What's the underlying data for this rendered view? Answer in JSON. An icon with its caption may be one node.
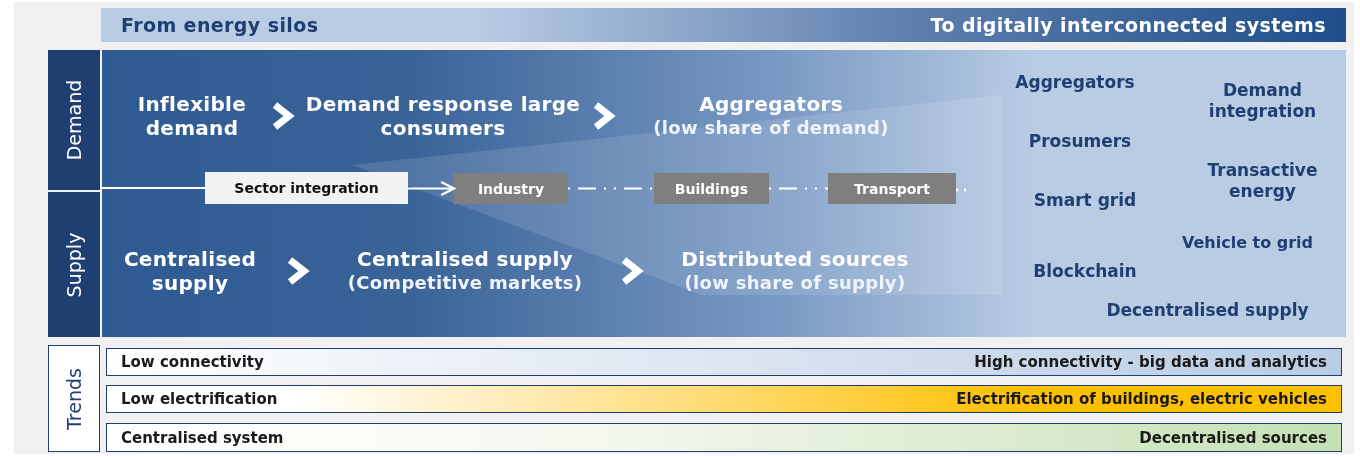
{
  "diagram": {
    "nodes": [
      {
        "text": [
          "From energy silos",
          "To digitally interconnected systems"
        ]
      },
      {
        "text": [
          "Demand"
        ]
      },
      {
        "text": [
          "Supply"
        ]
      },
      {
        "text": [],
        "shape": "box"
      },
      {
        "text": [
          "Inflexible demand"
        ],
        "in": 3
      },
      {
        "text": [
          "Demand response large consumers"
        ],
        "in": 3
      },
      {
        "text": [
          "Aggregators",
          "(low share of demand)"
        ],
        "in": 3
      },
      {
        "text": [
          "Centralised supply"
        ],
        "in": 3
      },
      {
        "text": [
          "Centralised supply",
          "(Competitive markets)"
        ],
        "in": 3
      },
      {
        "text": [
          "Distributed sources",
          "(low share of supply)"
        ],
        "in": 3
      },
      {
        "text": [
          "Sector integration"
        ],
        "in": 3
      },
      {
        "text": [
          "Industry"
        ],
        "in": 3
      },
      {
        "text": [
          "Buildings"
        ],
        "in": 3
      },
      {
        "text": [
          "Transport"
        ],
        "in": 3
      },
      {
        "text": [
          "Trends"
        ]
      },
      {
        "text": [
          "Low connectivity",
          "High connectivity - big data and analytics"
        ]
      },
      {
        "text": [
          "Low electrification",
          "Electrification of buildings, electric vehicles"
        ]
      },
      {
        "text": [
          "Centralised system",
          "Decentralised sources"
        ]
      }
    ],
    "edges": [
      {
        "from": 4,
        "to": 5,
        "arrow": "to",
        "style": "thick"
      },
      {
        "from": 5,
        "to": 6,
        "arrow": "to",
        "style": "thick"
      },
      {
        "from": 7,
        "to": 8,
        "arrow": "to",
        "style": "thick"
      },
      {
        "from": 8,
        "to": 9,
        "arrow": "to",
        "style": "thick"
      },
      {
        "from": 10,
        "to": 11,
        "arrow": "to"
      },
      {
        "from": 11,
        "to": 12,
        "arrow": "none",
        "style": "dashed"
      },
      {
        "from": 12,
        "to": 13,
        "arrow": "none",
        "style": "dashed"
      },
      {
        "from": 1,
        "to": 10,
        "arrow": "none"
      }
    ],
    "labels": [
      "Aggregators",
      "Demand integration",
      "Prosumers",
      "Transactive energy",
      "Smart grid",
      "Vehicle to grid",
      "Blockchain",
      "Decentralised supply"
    ]
  }
}
